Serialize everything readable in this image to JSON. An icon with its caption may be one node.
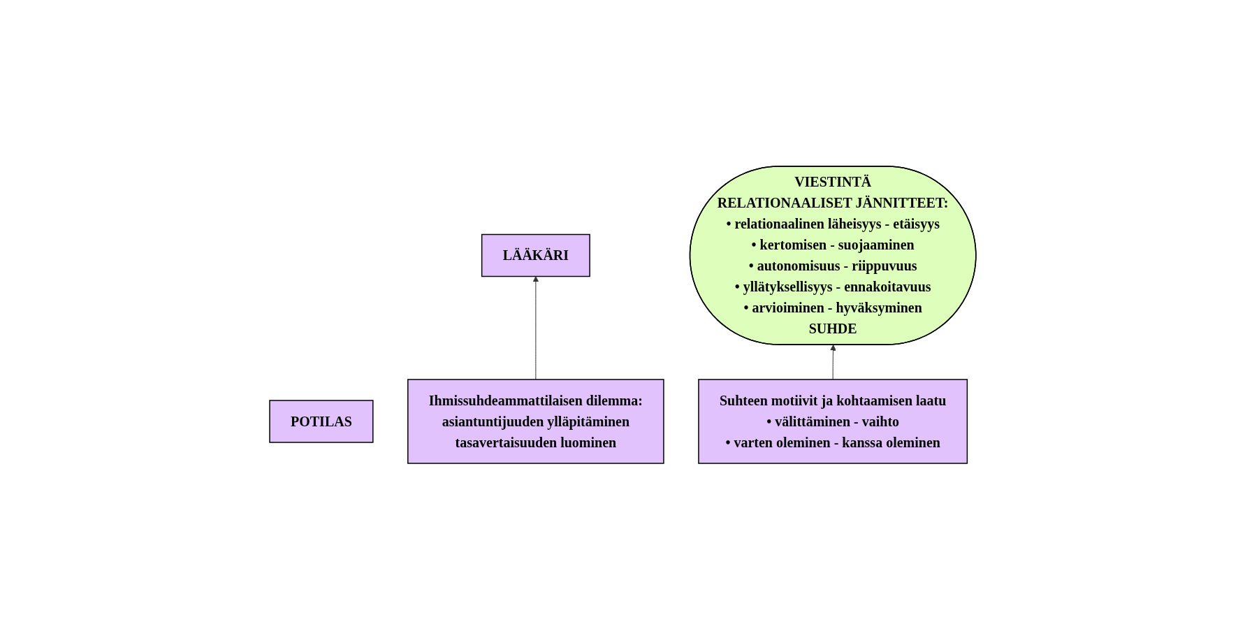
{
  "diagram": {
    "nodes": [
      {
        "text": [
          "VIESTINTÄ",
          "RELATIONAALISET JÄNNITTEET:",
          "• relationaalinen läheisyys - etäisyys",
          "• kertomisen - suojaaminen",
          "• autonomisuus - riippuvuus",
          "• yllätyksellisyys - ennakoitavuus",
          "• arvioiminen - hyväksyminen",
          "SUHDE"
        ]
      },
      {
        "text": [
          "LÄÄKÄRI"
        ]
      },
      {
        "text": [
          "POTILAS"
        ]
      },
      {
        "text": [
          "Ihmissuhdeammattilaisen dilemma:",
          "asiantuntijuuden ylläpitäminen",
          "tasavertaisuuden luominen"
        ]
      },
      {
        "text": [
          "Suhteen motiivit ja kohtaamisen laatu",
          "• välittäminen - vaihto",
          "• varten oleminen - kanssa oleminen"
        ]
      }
    ],
    "edges": [
      {
        "from": 3,
        "to": 1,
        "arrow": "to"
      },
      {
        "from": 4,
        "to": 0,
        "arrow": "to"
      }
    ]
  }
}
